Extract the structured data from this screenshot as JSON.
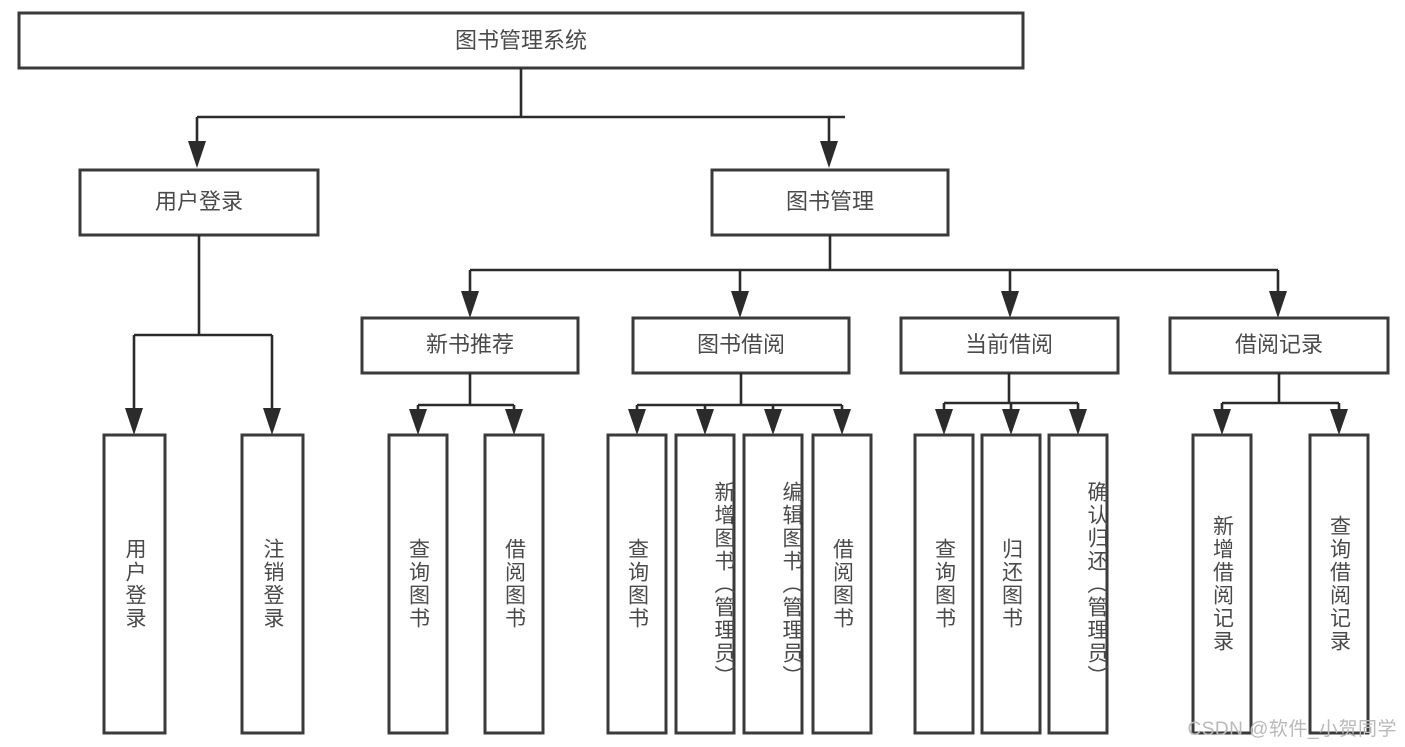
{
  "diagram": {
    "title": "图书管理系统",
    "watermark": "CSDN @软件_小贺同学",
    "colors": {
      "box_stroke": "#3a3a3a",
      "connector": "#2b2b2b",
      "text": "#4a4a4a",
      "background": "#ffffff",
      "watermark_text": "#b9b9b9"
    },
    "root": {
      "label": "图书管理系统"
    },
    "level1": [
      {
        "label": "用户登录"
      },
      {
        "label": "图书管理"
      }
    ],
    "level2": [
      {
        "label": "新书推荐"
      },
      {
        "label": "图书借阅"
      },
      {
        "label": "当前借阅"
      },
      {
        "label": "借阅记录"
      }
    ],
    "leaves": {
      "user_login": [
        {
          "label": "用户登录"
        },
        {
          "label": "注销登录"
        }
      ],
      "new_book_recommend": [
        {
          "label": "查询图书"
        },
        {
          "label": "借阅图书"
        }
      ],
      "book_borrow": [
        {
          "label": "查询图书"
        },
        {
          "label": "新增图书（管理员）"
        },
        {
          "label": "编辑图书（管理员）"
        },
        {
          "label": "借阅图书"
        }
      ],
      "current_borrow": [
        {
          "label": "查询图书"
        },
        {
          "label": "归还图书"
        },
        {
          "label": "确认归还（管理员）"
        }
      ],
      "borrow_record": [
        {
          "label": "新增借阅记录"
        },
        {
          "label": "查询借阅记录"
        }
      ]
    }
  }
}
